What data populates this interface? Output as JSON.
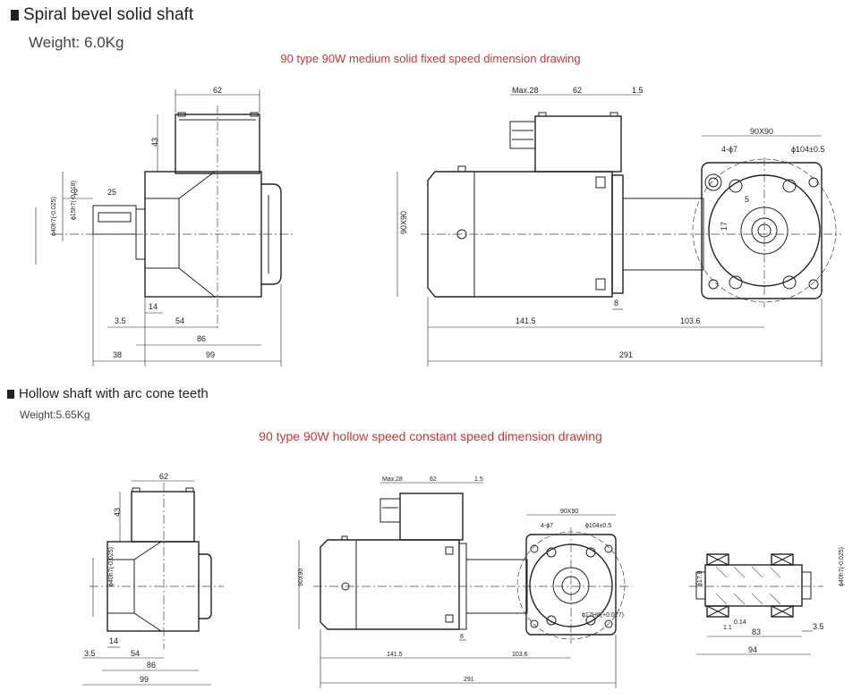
{
  "section1": {
    "title": "Spiral bevel solid shaft",
    "weight": "Weight: 6.0Kg",
    "caption": "90 type 90W medium solid fixed speed dimension drawing",
    "side_view": {
      "dims": [
        "62",
        "43",
        "2",
        "25",
        "14",
        "3.5",
        "54",
        "86",
        "38",
        "99"
      ],
      "shaft_dia": "ϕ15h7(-0.018)",
      "base_dia": "ϕ40h7(-0.025)"
    },
    "front_view": {
      "dims": [
        "Max.28",
        "62",
        "1.5",
        "90X90",
        "141.5",
        "103.6",
        "291",
        "8",
        "4-ϕ7",
        "ϕ104±0.5",
        "5",
        "17"
      ],
      "height": "90X90"
    }
  },
  "section2": {
    "title": "Hollow shaft with arc cone teeth",
    "weight": "Weight:5.65Kg",
    "caption": "90 type 90W hollow speed constant speed dimension drawing",
    "side_view": {
      "dims": [
        "62",
        "43",
        "14",
        "3.5",
        "54",
        "86",
        "99"
      ],
      "base_dia": "ϕ40h7(-0.025)"
    },
    "front_view": {
      "dims": [
        "Max.28",
        "62",
        "1.5",
        "90X90",
        "4-ϕ7",
        "ϕ104±0.5",
        "141.5",
        "103.6",
        "291",
        "8",
        "ϕ17H8(+0.027)"
      ],
      "height": "90X90"
    },
    "shaft_detail": {
      "dims": [
        "83",
        "3.5",
        "94",
        "1.1",
        "0.14",
        "ϕ17.8",
        "ϕ40h7(-0.025)"
      ]
    }
  },
  "colors": {
    "caption": "#c23a3a",
    "lines": "#222222"
  },
  "icons": [
    "square-bullet-icon"
  ]
}
